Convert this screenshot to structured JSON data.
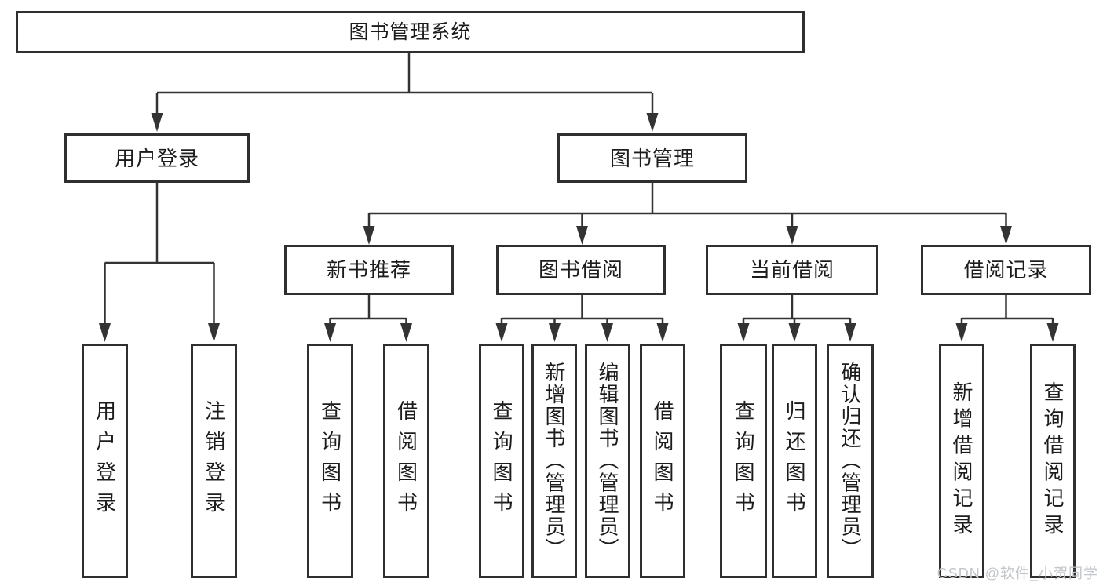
{
  "diagram": {
    "root": {
      "label": "图书管理系统"
    },
    "branches": [
      {
        "label": "用户登录",
        "children": [
          {
            "label": "用户登录"
          },
          {
            "label": "注销登录"
          }
        ]
      },
      {
        "label": "图书管理",
        "children": [
          {
            "label": "新书推荐",
            "children": [
              {
                "label": "查询图书"
              },
              {
                "label": "借阅图书"
              }
            ]
          },
          {
            "label": "图书借阅",
            "children": [
              {
                "label": "查询图书"
              },
              {
                "label": "新增图书（管理员）"
              },
              {
                "label": "编辑图书（管理员）"
              },
              {
                "label": "借阅图书"
              }
            ]
          },
          {
            "label": "当前借阅",
            "children": [
              {
                "label": "查询图书"
              },
              {
                "label": "归还图书"
              },
              {
                "label": "确认归还（管理员）"
              }
            ]
          },
          {
            "label": "借阅记录",
            "children": [
              {
                "label": "新增借阅记录"
              },
              {
                "label": "查询借阅记录"
              }
            ]
          }
        ]
      }
    ]
  },
  "watermark": {
    "text": "CSDN @软件_小贺同学"
  },
  "colors": {
    "line": "#333333",
    "box_border": "#2f2f2f",
    "text": "#1c1c1c",
    "watermark": "#c2c5c9",
    "background": "#ffffff"
  }
}
